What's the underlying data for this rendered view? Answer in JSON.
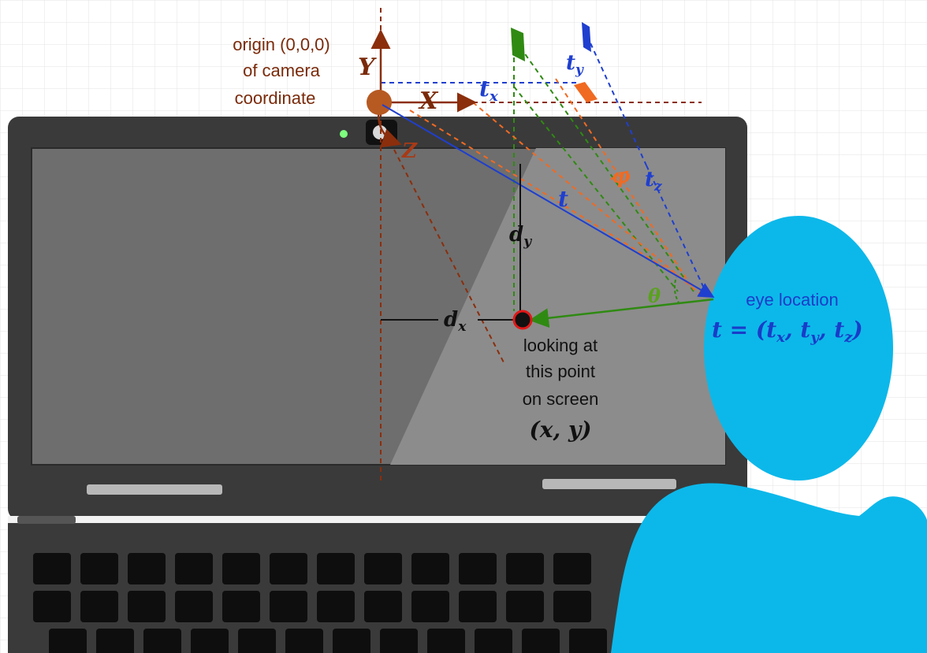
{
  "labels": {
    "origin_line1": "origin (0,0,0)",
    "origin_line2": "of camera",
    "origin_line3": "coordinate",
    "axis_y": "Y",
    "axis_x": "X",
    "axis_z": "Z",
    "t_x": "t",
    "t_x_sub": "x",
    "t_y": "t",
    "t_y_sub": "y",
    "t_z": "t",
    "t_z_sub": "z",
    "phi": "φ",
    "theta": "θ",
    "t_vector": "t",
    "d_y": "d",
    "d_y_sub": "y",
    "d_x": "d",
    "d_x_sub": "x",
    "eye_location": "eye location",
    "eye_formula": "t = (t",
    "eye_formula_tx_sub": "x",
    "eye_formula_sep1": ", t",
    "eye_formula_ty_sub": "y",
    "eye_formula_sep2": ", t",
    "eye_formula_tz_sub": "z",
    "eye_formula_end": ")",
    "look_line1": "looking at",
    "look_line2": "this point",
    "look_line3": "on screen",
    "look_coord": "(x, y)"
  },
  "colors": {
    "camera_axes": "#8b2e0c",
    "blue_vector": "#1f3fcf",
    "green_vector": "#2f8a12",
    "orange": "#f06a22",
    "head": "#0cb8ea",
    "laptop_frame": "#3a3a3a",
    "screen": "#6e6e6e"
  }
}
